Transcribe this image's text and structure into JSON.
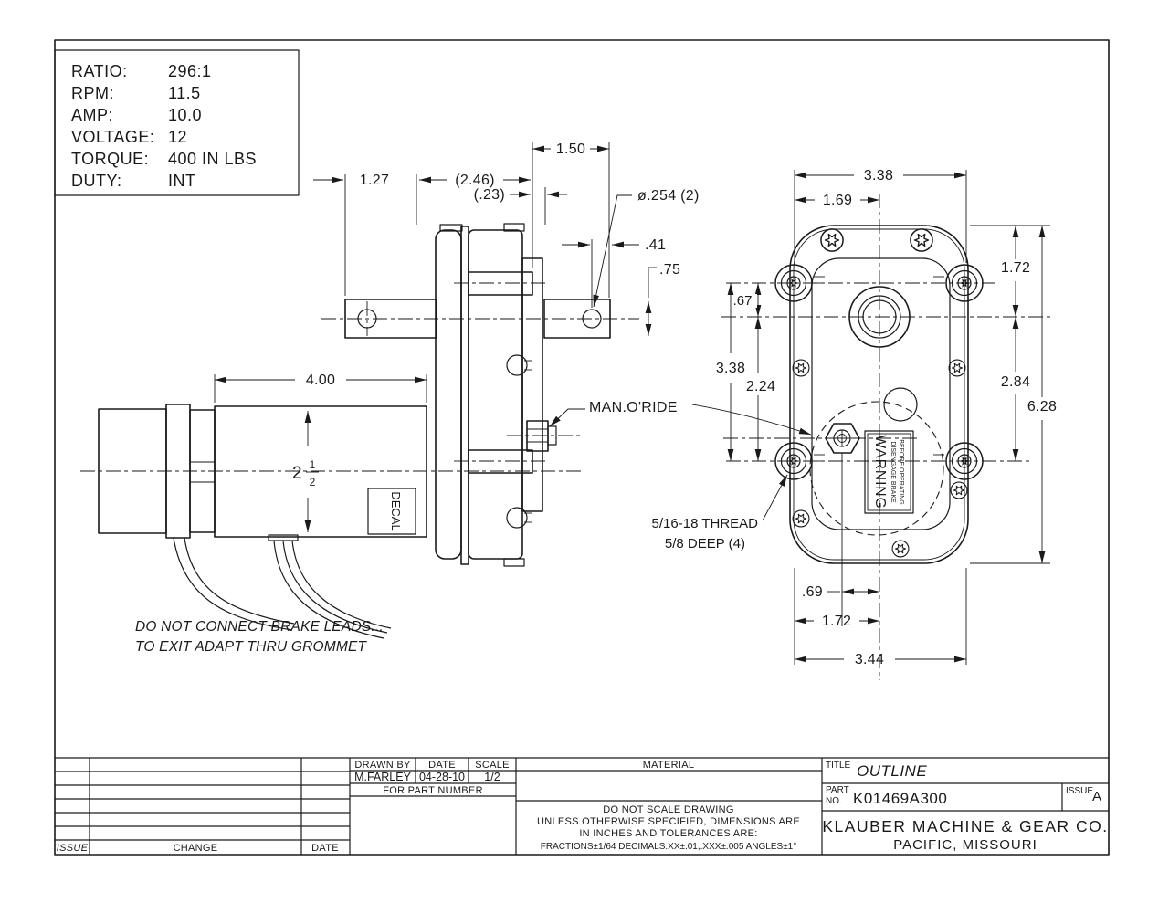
{
  "specs": {
    "rows": [
      {
        "label": "RATIO:",
        "value": "296:1"
      },
      {
        "label": "RPM:",
        "value": "11.5"
      },
      {
        "label": "AMP:",
        "value": "10.0"
      },
      {
        "label": "VOLTAGE:",
        "value": "12"
      },
      {
        "label": "TORQUE:",
        "value": "400 IN LBS"
      },
      {
        "label": "DUTY:",
        "value": "INT"
      }
    ]
  },
  "side_view": {
    "dims": {
      "width_127": "1.27",
      "width_246": "(2.46)",
      "width_023": "(.23)",
      "width_150": "1.50",
      "hole_dia": "ø.254 (2)",
      "offset_041": ".41",
      "bar_075": ".75",
      "motor_length": "4.00",
      "motor_dia_whole": "2",
      "motor_dia_num": "1",
      "motor_dia_den": "2"
    },
    "decal_label": "DECAL",
    "man_override_label": "MAN.O'RIDE",
    "note_line1": "DO NOT CONNECT BRAKE LEADS...",
    "note_line2": "TO EXIT ADAPT THRU GROMMET"
  },
  "front_view": {
    "dims": {
      "width_338": "3.38",
      "width_169": "1.69",
      "height_172": "1.72",
      "offset_067": ".67",
      "bolt_338": "3.38",
      "offset_224": "2.24",
      "height_284": "2.84",
      "height_628": "6.28",
      "bottom_069": ".69",
      "bottom_172": "1.72",
      "bottom_344": "3.44"
    },
    "thread_note_line1": "5/16-18 THREAD",
    "thread_note_line2": "5/8 DEEP (4)",
    "warning_label": {
      "title": "WARNING",
      "line1": "DISENGAGE BRAKE",
      "line2": "BEFORE OPERATING"
    }
  },
  "title_block": {
    "drawn_by_label": "DRAWN BY",
    "date_label": "DATE",
    "scale_label": "SCALE",
    "drawn_by": "M.FARLEY",
    "date": "04-28-10",
    "scale": "1/2",
    "for_part_number": "FOR PART NUMBER",
    "material_label": "MATERIAL",
    "note1": "DO NOT SCALE DRAWING",
    "note2": "UNLESS OTHERWISE SPECIFIED, DIMENSIONS ARE",
    "note3": "IN INCHES AND TOLERANCES ARE:",
    "note4": "FRACTIONS±1/64  DECIMALS.XX±.01,.XXX±.005  ANGLES±1°",
    "title_label": "TITLE",
    "title": "OUTLINE",
    "part_label_1": "PART",
    "part_label_2": "NO.",
    "part_no": "K01469A300",
    "issue_label": "ISSUE",
    "issue": "A",
    "company": "KLAUBER MACHINE & GEAR CO.",
    "location": "PACIFIC, MISSOURI",
    "rev_issue_label": "ISSUE",
    "rev_change_label": "CHANGE",
    "rev_date_label": "DATE"
  }
}
